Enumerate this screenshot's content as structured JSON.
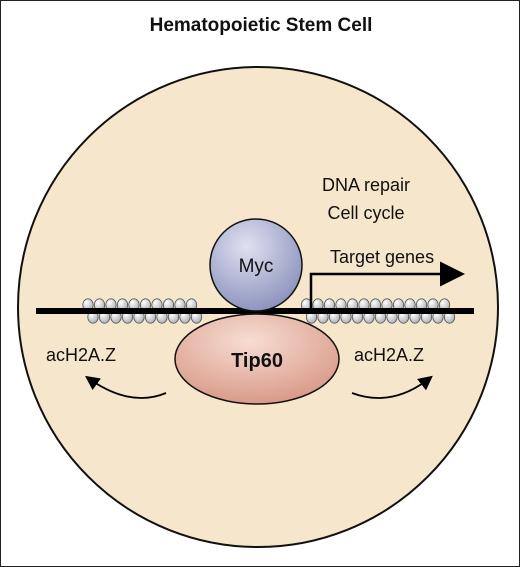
{
  "title": "Hematopoietic Stem Cell",
  "labels": {
    "myc": "Myc",
    "tip60": "Tip60",
    "acetyl_left": "acH2A.Z",
    "acetyl_right": "acH2A.Z",
    "target_genes": "Target genes",
    "dna_repair": "DNA repair",
    "cell_cycle": "Cell cycle"
  },
  "colors": {
    "cell_fill": "#f6e6cc",
    "myc_fill": "#b9bdd9",
    "tip60_fill": "#e9b8aa",
    "dna": "#000000",
    "nucleosome": "#d9dde0"
  }
}
